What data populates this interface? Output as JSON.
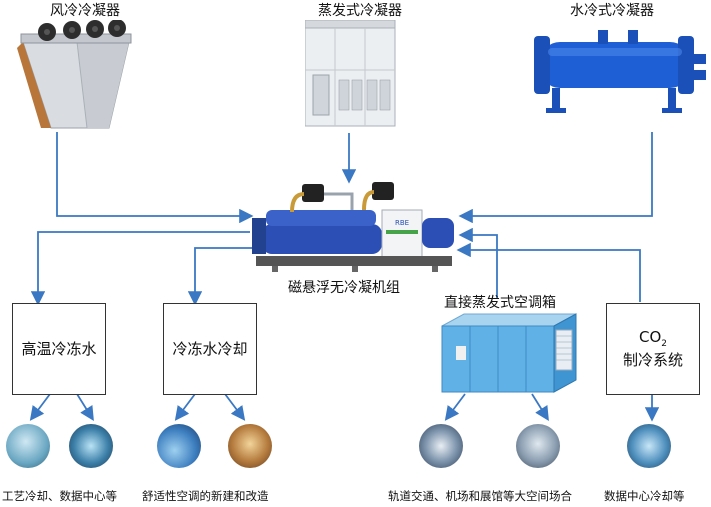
{
  "colors": {
    "arrow": "#3a78c4",
    "box_border": "#333333",
    "water_condenser": "#1f5fd6",
    "chiller_body": "#2b4fb5"
  },
  "top_sources": {
    "air_condenser": "风冷冷凝器",
    "evap_condenser": "蒸发式冷凝器",
    "water_condenser": "水冷式冷凝器"
  },
  "center": {
    "chiller_label": "磁悬浮无冷凝机组",
    "chiller_panel_logo": "RBE"
  },
  "boxes": {
    "high_temp_water": "高温冷冻水",
    "chilled_water_cooling": "冷冻水冷却",
    "co2_line1": "CO",
    "co2_sub": "2",
    "co2_line2": "制冷系统"
  },
  "ahu_label": "直接蒸发式空调箱",
  "captions": {
    "c1": "工艺冷却、数据中心等",
    "c2": "舒适性空调的新建和改造",
    "c3": "轨道交通、机场和展馆等大空间场合",
    "c4": "数据中心冷却等"
  },
  "icons": [
    "factory-image-icon",
    "datacenter-image-icon",
    "building-image-icon",
    "hotel-room-image-icon",
    "train-image-icon",
    "exhibition-hall-image-icon",
    "server-room-image-icon"
  ]
}
